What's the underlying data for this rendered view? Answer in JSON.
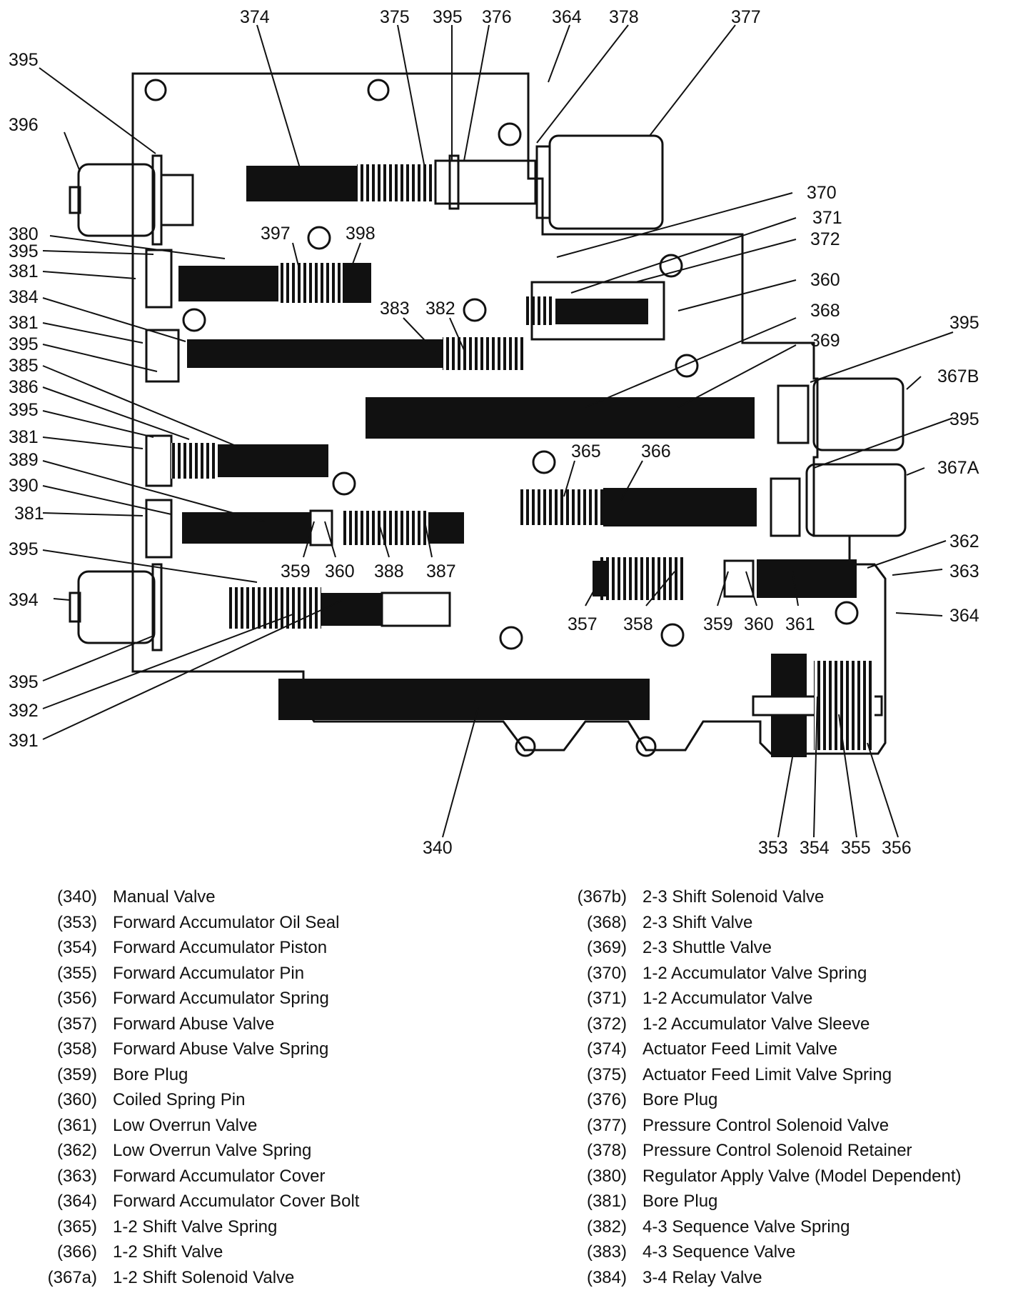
{
  "diagram": {
    "callouts": [
      "374",
      "375",
      "395",
      "376",
      "364",
      "378",
      "377",
      "395",
      "396",
      "370",
      "371",
      "372",
      "380",
      "395",
      "381",
      "397",
      "398",
      "360",
      "384",
      "383",
      "382",
      "368",
      "381",
      "395",
      "369",
      "395",
      "385",
      "367B",
      "386",
      "395",
      "395",
      "381",
      "365",
      "366",
      "367A",
      "389",
      "390",
      "381",
      "362",
      "395",
      "363",
      "394",
      "359",
      "360",
      "388",
      "387",
      "357",
      "358",
      "359",
      "360",
      "361",
      "364",
      "395",
      "392",
      "391",
      "340",
      "353",
      "354",
      "355",
      "356"
    ]
  },
  "legend": {
    "left": [
      {
        "num": "(340)",
        "name": "Manual Valve"
      },
      {
        "num": "(353)",
        "name": "Forward Accumulator Oil Seal"
      },
      {
        "num": "(354)",
        "name": "Forward Accumulator Piston"
      },
      {
        "num": "(355)",
        "name": "Forward Accumulator Pin"
      },
      {
        "num": "(356)",
        "name": "Forward Accumulator Spring"
      },
      {
        "num": "(357)",
        "name": "Forward Abuse Valve"
      },
      {
        "num": "(358)",
        "name": "Forward Abuse Valve Spring"
      },
      {
        "num": "(359)",
        "name": "Bore Plug"
      },
      {
        "num": "(360)",
        "name": "Coiled Spring Pin"
      },
      {
        "num": "(361)",
        "name": "Low Overrun Valve"
      },
      {
        "num": "(362)",
        "name": "Low Overrun Valve Spring"
      },
      {
        "num": "(363)",
        "name": "Forward Accumulator Cover"
      },
      {
        "num": "(364)",
        "name": "Forward Accumulator Cover Bolt"
      },
      {
        "num": "(365)",
        "name": "1-2 Shift Valve Spring"
      },
      {
        "num": "(366)",
        "name": "1-2 Shift Valve"
      },
      {
        "num": "(367a)",
        "name": "1-2 Shift Solenoid Valve"
      }
    ],
    "right": [
      {
        "num": "(367b)",
        "name": "2-3 Shift Solenoid Valve"
      },
      {
        "num": "(368)",
        "name": "2-3 Shift Valve"
      },
      {
        "num": "(369)",
        "name": "2-3 Shuttle Valve"
      },
      {
        "num": "(370)",
        "name": "1-2 Accumulator Valve Spring"
      },
      {
        "num": "(371)",
        "name": "1-2 Accumulator Valve"
      },
      {
        "num": "(372)",
        "name": "1-2 Accumulator Valve Sleeve"
      },
      {
        "num": "(374)",
        "name": "Actuator Feed Limit Valve"
      },
      {
        "num": "(375)",
        "name": "Actuator Feed Limit Valve Spring"
      },
      {
        "num": "(376)",
        "name": "Bore Plug"
      },
      {
        "num": "(377)",
        "name": "Pressure Control Solenoid Valve"
      },
      {
        "num": "(378)",
        "name": "Pressure Control Solenoid Retainer"
      },
      {
        "num": "(380)",
        "name": "Regulator Apply Valve (Model Dependent)"
      },
      {
        "num": "(381)",
        "name": "Bore Plug"
      },
      {
        "num": "(382)",
        "name": "4-3 Sequence Valve Spring"
      },
      {
        "num": "(383)",
        "name": "4-3 Sequence Valve"
      },
      {
        "num": "(384)",
        "name": "3-4 Relay Valve"
      }
    ]
  }
}
